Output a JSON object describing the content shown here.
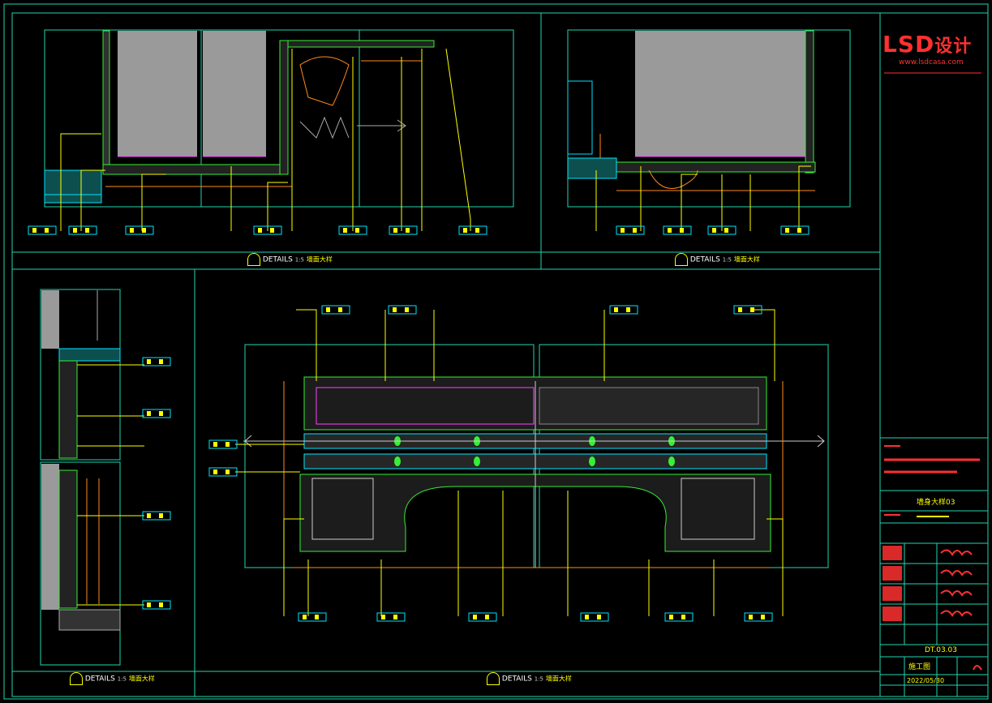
{
  "titleblock": {
    "logo_text": "LSD",
    "logo_suffix": "设计",
    "website": "www.lsdcasa.com",
    "sheet_name": "墙身大样03",
    "drawing_no": "DT.03.03",
    "date": "2022/05/30",
    "stage": "施工图"
  },
  "views": [
    {
      "number": "DETAILS",
      "scale": "1:5",
      "name": "墙面大样"
    },
    {
      "number": "DETAILS",
      "scale": "1:5",
      "name": "墙面大样"
    },
    {
      "number": "DETAILS",
      "scale": "1:5",
      "name": "墙面大样"
    },
    {
      "number": "DETAILS",
      "scale": "1:5",
      "name": "墙面大样"
    }
  ],
  "colors": {
    "frame": "#1fd6b0",
    "cyan": "#00e5ff",
    "yellow": "#ffff00",
    "green": "#35f035",
    "gray": "#9a9a9a",
    "magenta": "#ff40ff",
    "orange": "#ff8a1c",
    "red": "#ff3030"
  }
}
